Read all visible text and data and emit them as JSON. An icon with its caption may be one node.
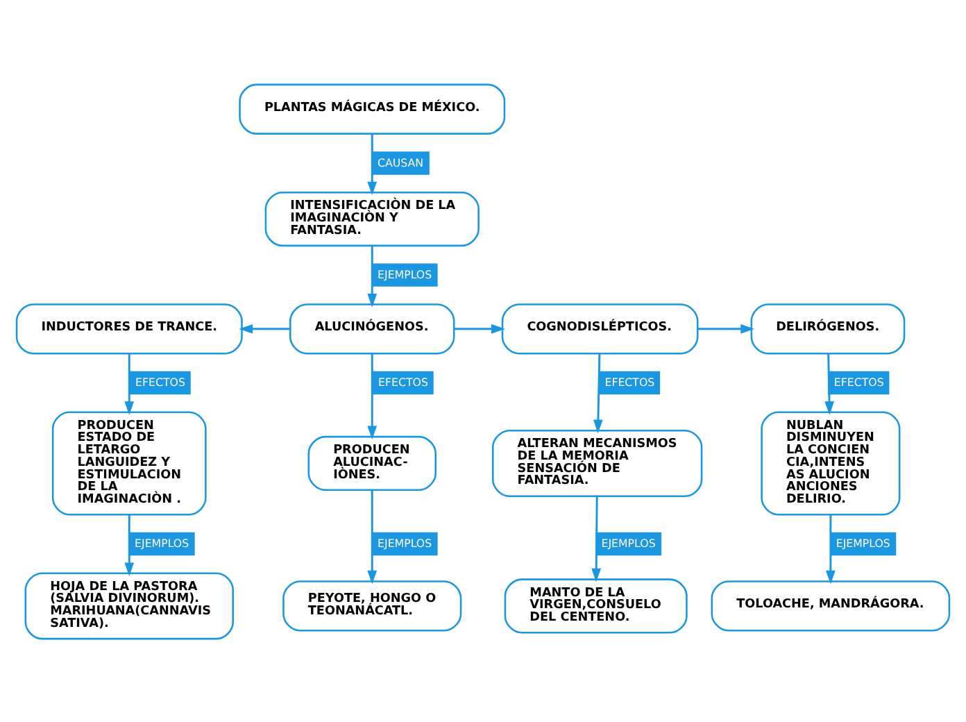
{
  "diagram": {
    "nodes": [
      {
        "text": [
          "PLANTAS MÁGICAS DE MÉXICO."
        ]
      },
      {
        "text": [
          "INTENSIFICACIÒN DE LA IMAGINACIÒN Y FANTASIA."
        ]
      },
      {
        "text": [
          "ALUCINÓGENOS."
        ]
      },
      {
        "text": [
          "INDUCTORES DE TRANCE."
        ]
      },
      {
        "text": [
          "COGNODISLÉPTICOS."
        ]
      },
      {
        "text": [
          "DELIRÓGENOS."
        ]
      },
      {
        "text": [
          "PRODUCEN ESTADO DE LETARGO LANGUIDEZ Y ESTIMULACION DE LA IMAGINACIÒN ."
        ]
      },
      {
        "text": [
          "HOJA DE LA PASTORA (SALVIA DIVINORUM). MARIHUANA(CANNAVIS SATIVA)."
        ]
      },
      {
        "text": [
          "PRODUCEN ALUCINAC- IÒNES."
        ]
      },
      {
        "text": [
          "PEYOTE, HONGO O TEONANÁCATL."
        ]
      },
      {
        "text": [
          "ALTERAN MECANISMOS DE LA MEMORIA SENSACIÓN DE FANTASIA."
        ]
      },
      {
        "text": [
          "MANTO DE LA VIRGEN,CONSUELO DEL CENTENO."
        ]
      },
      {
        "text": [
          "NUBLAN DISMINUYEN LA CONCIENCIA,INTENSAS ALUCIONANCIONES DELIRIO."
        ]
      },
      {
        "text": [
          "TOLOACHE, MANDRÁGORA."
        ]
      }
    ],
    "edges": [
      {
        "from": 0,
        "to": 1,
        "arrow": "to",
        "label": "CAUSAN"
      },
      {
        "from": 1,
        "to": 2,
        "arrow": "to",
        "label": "EJEMPLOS"
      },
      {
        "from": 2,
        "to": 3,
        "arrow": "to"
      },
      {
        "from": 2,
        "to": 4,
        "arrow": "to"
      },
      {
        "from": 4,
        "to": 5,
        "arrow": "to"
      },
      {
        "from": 3,
        "to": 6,
        "arrow": "to",
        "label": "EFECTOS"
      },
      {
        "from": 6,
        "to": 7,
        "arrow": "to",
        "label": "EJEMPLOS"
      },
      {
        "from": 2,
        "to": 8,
        "arrow": "to",
        "label": "EFECTOS"
      },
      {
        "from": 8,
        "to": 9,
        "arrow": "to",
        "label": "EJEMPLOS"
      },
      {
        "from": 4,
        "to": 10,
        "arrow": "to",
        "label": "EFECTOS"
      },
      {
        "from": 10,
        "to": 11,
        "arrow": "to",
        "label": "EJEMPLOS"
      },
      {
        "from": 5,
        "to": 12,
        "arrow": "to",
        "label": "EFECTOS"
      },
      {
        "from": 12,
        "to": 13,
        "arrow": "to",
        "label": "EJEMPLOS"
      }
    ]
  }
}
